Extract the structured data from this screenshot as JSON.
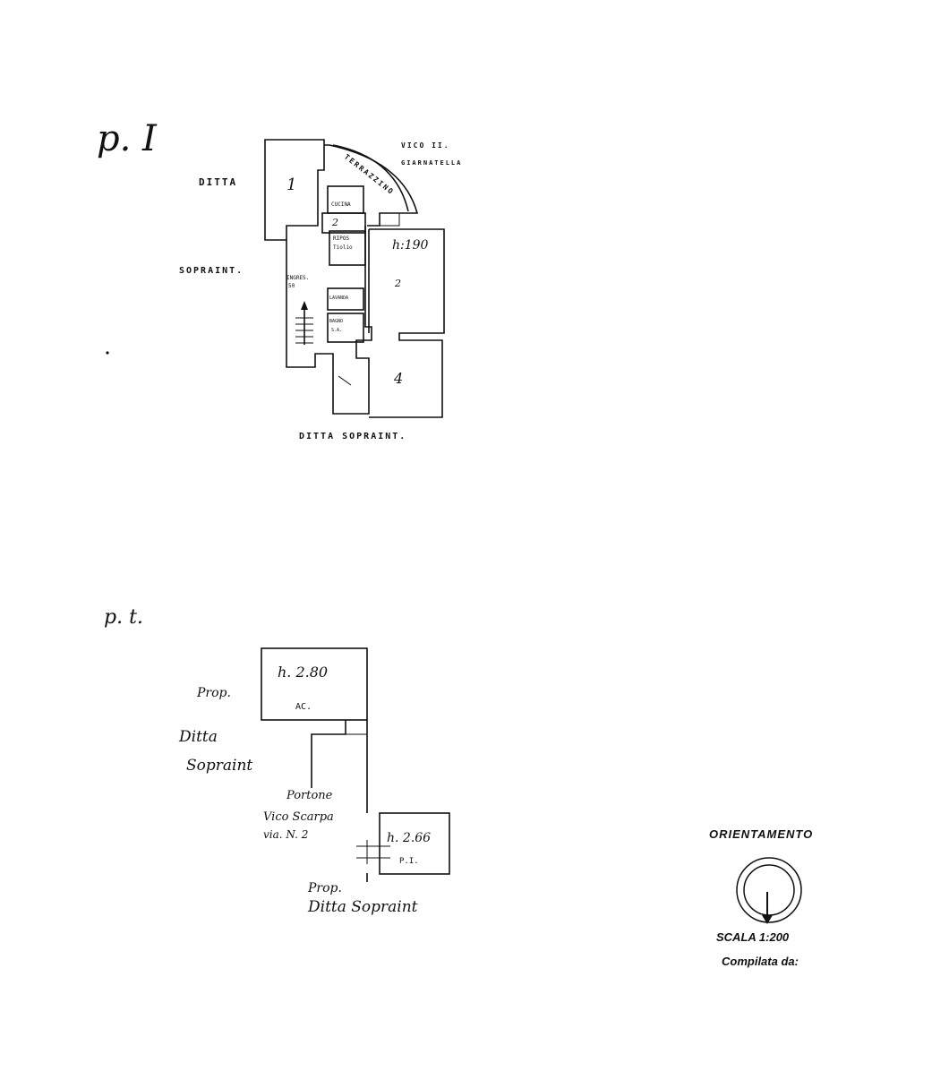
{
  "colors": {
    "ink": "#111111",
    "paper": "#ffffff"
  },
  "upper_floor": {
    "heading": "p. I",
    "labels": {
      "ditta_left": "DITTA",
      "soprain_left": "SOPRAINT.",
      "vico": "VICO II.",
      "giardinatella": "GIARNATELLA",
      "ditta_bottom": "DITTA SOPRAINT.",
      "terrazzino": "TERRAZZINO",
      "cucina": "CUCINA",
      "ripos": "RIPOS",
      "ripos_sub": "Tiolio",
      "ingresso": "INGRES.",
      "ingresso_num": "50",
      "lavanderia": "LAVANDA",
      "bagno": "BAGNO",
      "bagno_sub": "S.A.",
      "height": "h:190"
    },
    "room_numbers": [
      "1",
      "2",
      "2",
      "4"
    ]
  },
  "ground_floor": {
    "heading": "p. t.",
    "room_top_height": "h. 2.80",
    "room_top_tag": "AC.",
    "room_bottom_height": "h. 2.66",
    "room_bottom_tag": "P.I.",
    "labels": {
      "prop_top": "Prop.",
      "ditta_left": "Ditta",
      "soprain_left": "Sopraint",
      "portone": "Portone",
      "vico_scarpa": "Vico Scarpa",
      "via_n": "via. N. 2",
      "prop_bottom": "Prop.",
      "ditta_bottom": "Ditta Sopraint"
    }
  },
  "legend": {
    "orientation": "ORIENTAMENTO",
    "scale": "SCALA 1:200",
    "compiled": "Compilata da:"
  }
}
